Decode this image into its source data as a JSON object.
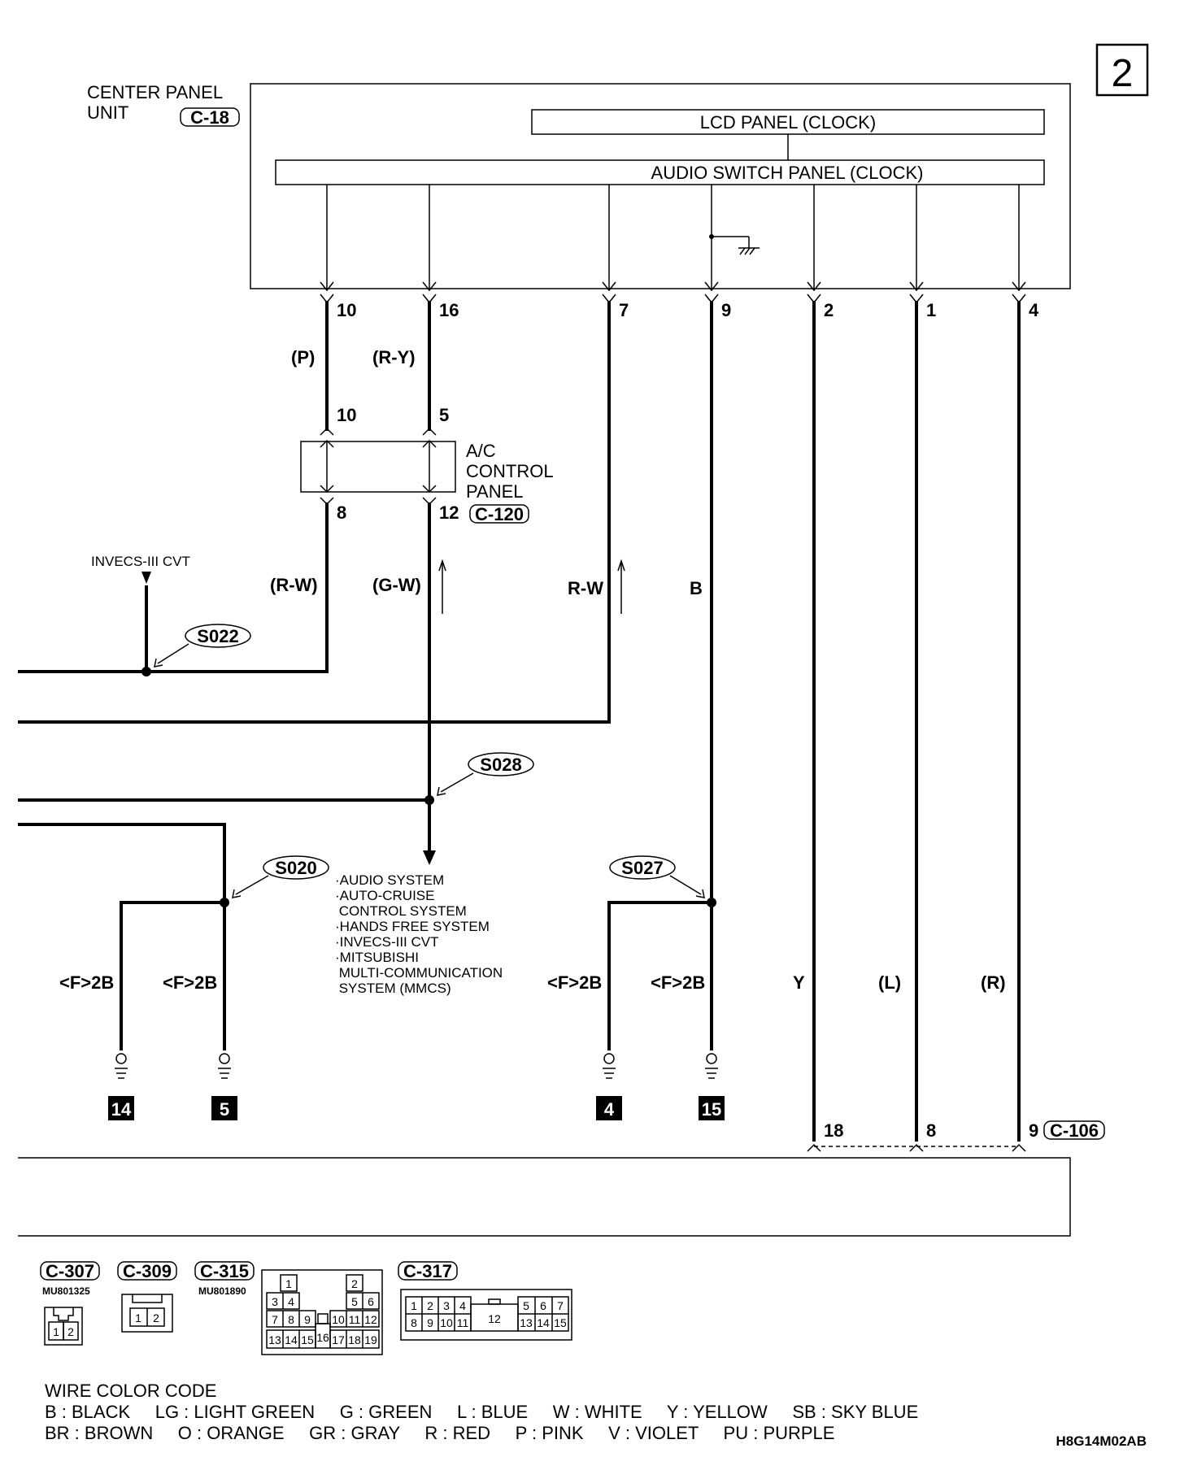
{
  "page_number": "2",
  "center_panel": {
    "title_line1": "CENTER PANEL",
    "title_line2": "UNIT",
    "connector": "C-18"
  },
  "lcd_panel": "LCD PANEL (CLOCK)",
  "audio_switch_panel": "AUDIO SWITCH PANEL (CLOCK)",
  "top_pins": [
    "10",
    "16",
    "7",
    "9",
    "2",
    "1",
    "4"
  ],
  "upper_wire_colors": {
    "p": "(P)",
    "ry": "(R-Y)"
  },
  "ac_panel": {
    "line1": "A/C",
    "line2": "CONTROL",
    "line3": "PANEL",
    "connector": "C-120",
    "pins_top": [
      "10",
      "5"
    ],
    "pins_bottom": [
      "8",
      "12"
    ]
  },
  "invecs_label": "INVECS-III CVT",
  "mid_wire_colors": {
    "rw1": "(R-W)",
    "gw": "(G-W)",
    "rw2": "R-W",
    "b": "B"
  },
  "splices": {
    "s022": "S022",
    "s028": "S028",
    "s020": "S020",
    "s027": "S027"
  },
  "systems": [
    "·AUDIO SYSTEM",
    "·AUTO-CRUISE",
    " CONTROL SYSTEM",
    "·HANDS FREE SYSTEM",
    "·INVECS-III CVT",
    "·MITSUBISHI",
    " MULTI-COMMUNICATION",
    " SYSTEM (MMCS)"
  ],
  "ground_wire_labels": [
    "<F>2B",
    "<F>2B",
    "<F>2B",
    "<F>2B"
  ],
  "ground_numbers": [
    "14",
    "5",
    "4",
    "15"
  ],
  "right_wire_colors": [
    "Y",
    "(L)",
    "(R)"
  ],
  "bottom_pins": [
    "18",
    "8",
    "9"
  ],
  "bottom_connector": "C-106",
  "connector_ids": [
    "C-307",
    "C-309",
    "C-315",
    "C-317"
  ],
  "part_numbers": [
    "MU801325",
    "MU801890"
  ],
  "c307_pins": [
    "1",
    "2"
  ],
  "c309_pins": [
    "1",
    "2"
  ],
  "c315_pins": [
    "1",
    "2",
    "3",
    "4",
    "5",
    "6",
    "7",
    "8",
    "9",
    "10",
    "11",
    "12",
    "13",
    "14",
    "15",
    "16",
    "17",
    "18",
    "19"
  ],
  "c317_pins": [
    "1",
    "2",
    "3",
    "4",
    "5",
    "6",
    "7",
    "8",
    "9",
    "10",
    "11",
    "12",
    "13",
    "14",
    "15"
  ],
  "wire_color_code": {
    "title": "WIRE COLOR CODE",
    "line1": "B : BLACK     LG : LIGHT GREEN     G : GREEN     L : BLUE     W : WHITE     Y : YELLOW     SB : SKY BLUE",
    "line2": "BR : BROWN     O : ORANGE     GR : GRAY     R : RED     P : PINK     V : VIOLET     PU : PURPLE"
  },
  "figure_code": "H8G14M02AB"
}
